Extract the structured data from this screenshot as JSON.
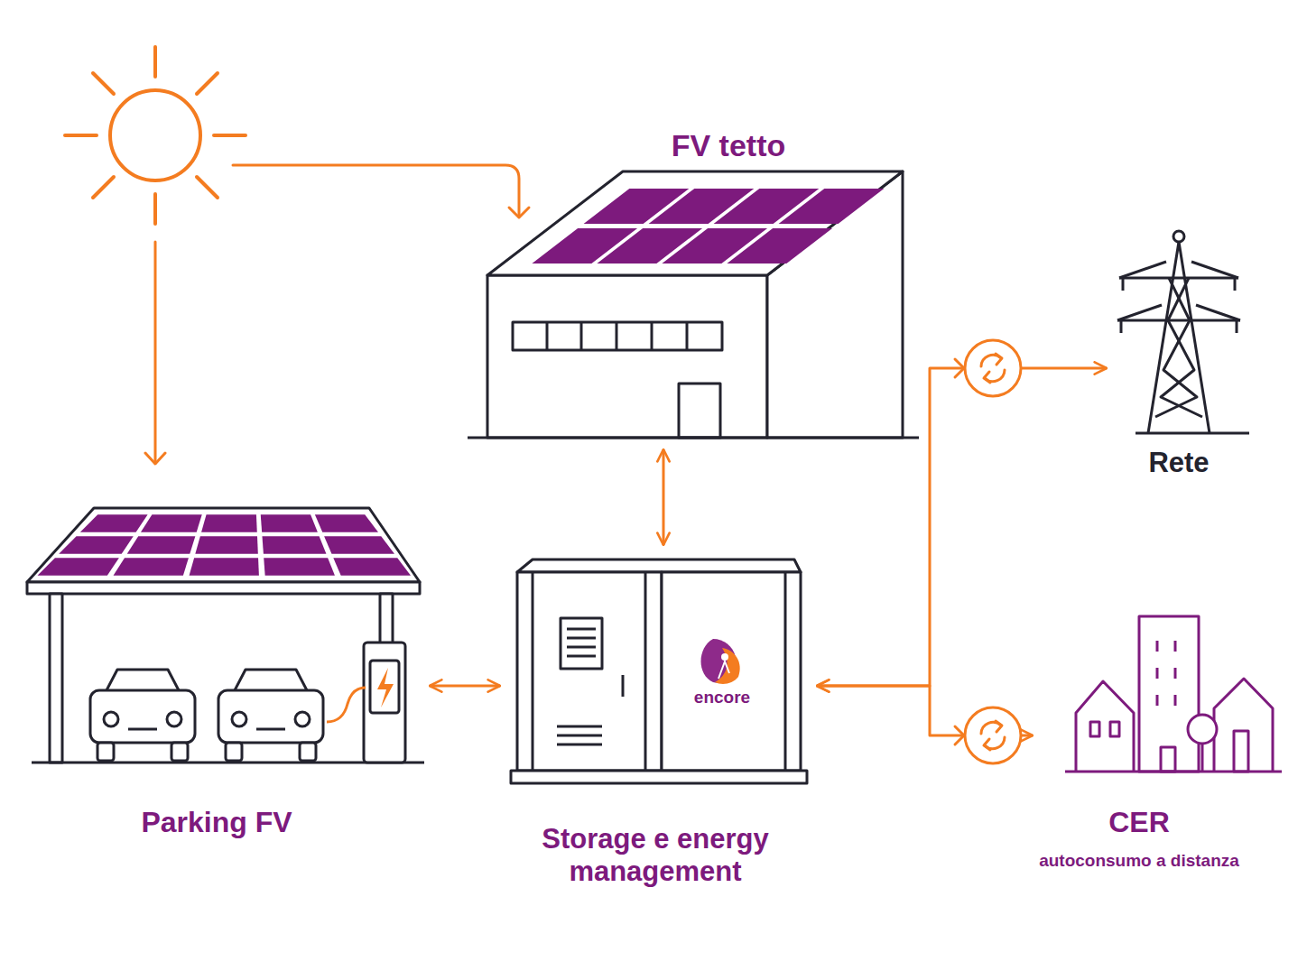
{
  "diagram": {
    "nodes": [
      {
        "text": [
          "FV tetto"
        ]
      },
      {
        "text": [
          "Parking FV"
        ]
      },
      {
        "text": [
          "encore",
          "Storage e energy management"
        ]
      },
      {
        "text": [
          "Rete"
        ]
      },
      {
        "text": [
          "CER",
          "autoconsumo a distanza"
        ]
      }
    ],
    "edges": [
      {
        "from": 0,
        "to": 2,
        "arrow": "both"
      },
      {
        "from": 1,
        "to": 2,
        "arrow": "both"
      },
      {
        "from": 2,
        "to": 3,
        "arrow": "both"
      },
      {
        "from": 2,
        "to": 4,
        "arrow": "both"
      }
    ]
  }
}
